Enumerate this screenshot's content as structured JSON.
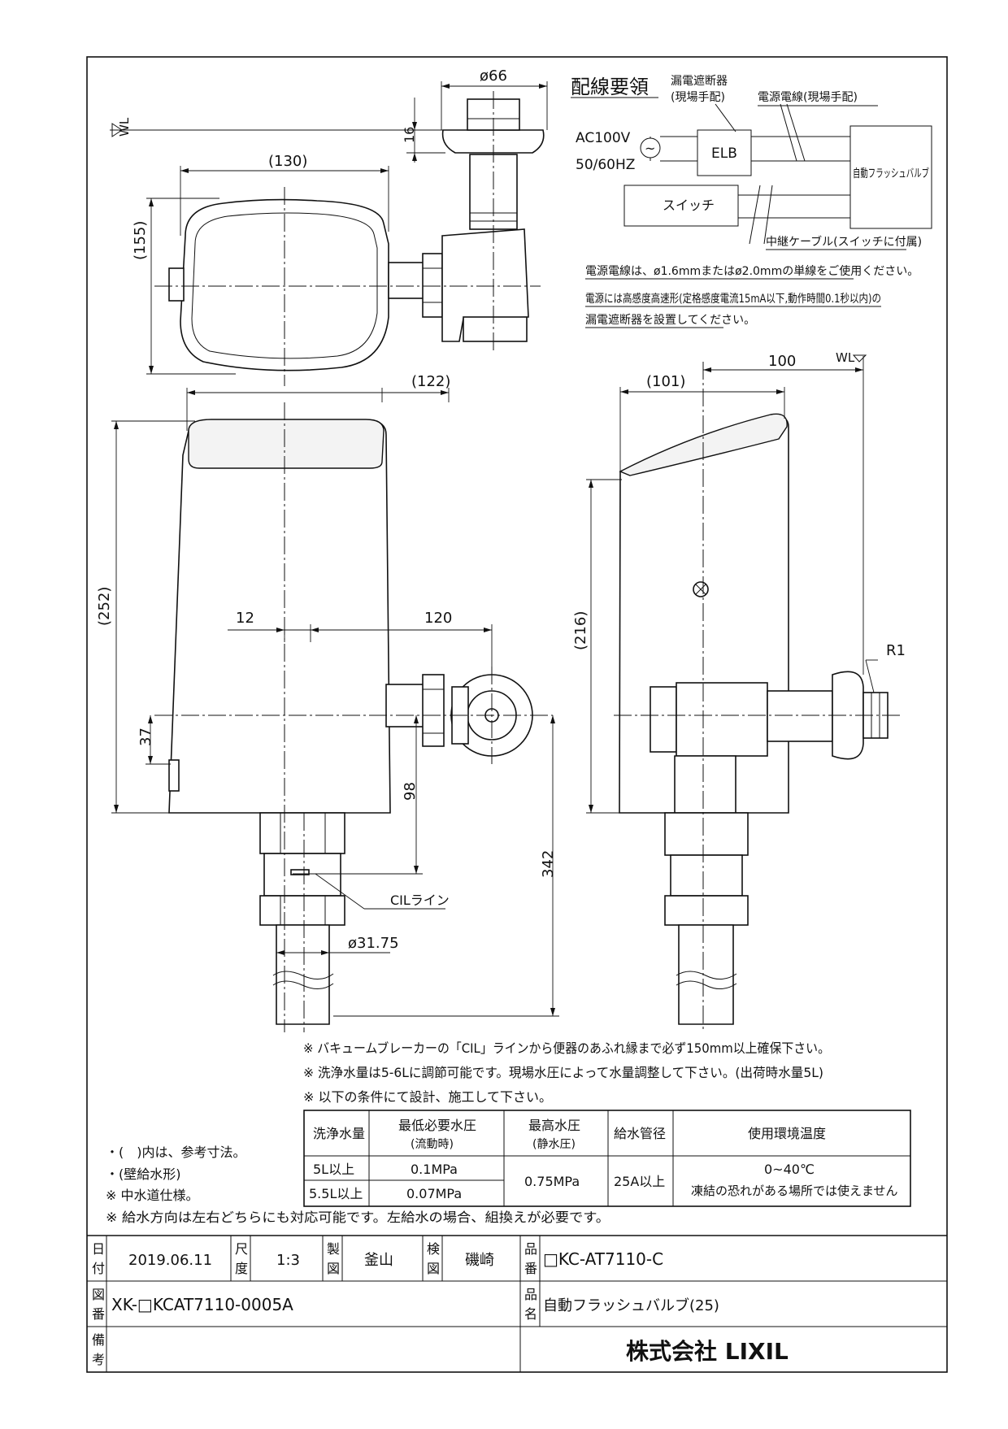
{
  "dims": {
    "d66": "ø66",
    "d16": "16",
    "wl": "WL",
    "d130": "(130)",
    "d155": "(155)",
    "d122": "(122)",
    "d252": "(252)",
    "d12": "12",
    "d120": "120",
    "d37": "37",
    "d98": "98",
    "d342": "342",
    "d3175": "ø31.75",
    "cil": "CILライン",
    "d100": "100",
    "d101": "(101)",
    "d216": "(216)",
    "r1": "R1"
  },
  "wiring": {
    "title": "配線要領",
    "leakage_breaker_1": "漏電遮断器",
    "leakage_breaker_2": "(現場手配)",
    "power_wire": "電源電線(現場手配)",
    "ac": "AC100V",
    "hz": "50/60HZ",
    "ac_symbol": "~",
    "elb": "ELB",
    "valve_box": "自動フラッシュバルブ",
    "switch_box": "スイッチ",
    "relay_cable": "中継ケーブル(スイッチに付属)",
    "note1": "電源電線は、ø1.6mmまたはø2.0mmの単線をご使用ください。",
    "note2": "電源には高感度高速形(定格感度電流15mA以下,動作時間0.1秒以内)の",
    "note3": "漏電遮断器を設置してください。"
  },
  "notes": {
    "n1": "※ バキュームブレーカーの「CIL」ラインから便器のあふれ縁まで必ず150mm以上確保下さい。",
    "n2": "※ 洗浄水量は5-6Lに調節可能です。現場水圧によって水量調整して下さい。(出荷時水量5L)",
    "n3": "※ 以下の条件にて設計、施工して下さい。",
    "left1": "・(　)内は、参考寸法。",
    "left2": "・(壁給水形)",
    "left3": "※ 中水道仕様。",
    "bottom": "※ 給水方向は左右どちらにも対応可能です。左給水の場合、組換えが必要です。"
  },
  "spec_table": {
    "headers": [
      "洗浄水量",
      "最低必要水圧",
      "(流動時)",
      "最高水圧",
      "(静水圧)",
      "給水管径",
      "使用環境温度"
    ],
    "row1": [
      "5L以上",
      "0.1MPa"
    ],
    "row2": [
      "5.5L以上",
      "0.07MPa"
    ],
    "max_pressure": "0.75MPa",
    "pipe": "25A以上",
    "temp": "0~40℃",
    "temp_note": "凍結の恐れがある場所では使えません"
  },
  "title_block": {
    "date_label_1": "日",
    "date_label_2": "付",
    "date": "2019.06.11",
    "scale_label_1": "尺",
    "scale_label_2": "度",
    "scale": "1:3",
    "drawn_label_1": "製",
    "drawn_label_2": "図",
    "drawn_by": "釜山",
    "check_label_1": "検",
    "check_label_2": "図",
    "checked_by": "磯崎",
    "part_label_1": "品",
    "part_label_2": "番",
    "part_no": "□KC-AT7110-C",
    "dwg_label_1": "図",
    "dwg_label_2": "番",
    "dwg_no": "XK-□KCAT7110-0005A",
    "name_label_1": "品",
    "name_label_2": "名",
    "name": "自動フラッシュバルブ(25)",
    "remark_label_1": "備",
    "remark_label_2": "考",
    "company": "株式会社 LIXIL"
  }
}
